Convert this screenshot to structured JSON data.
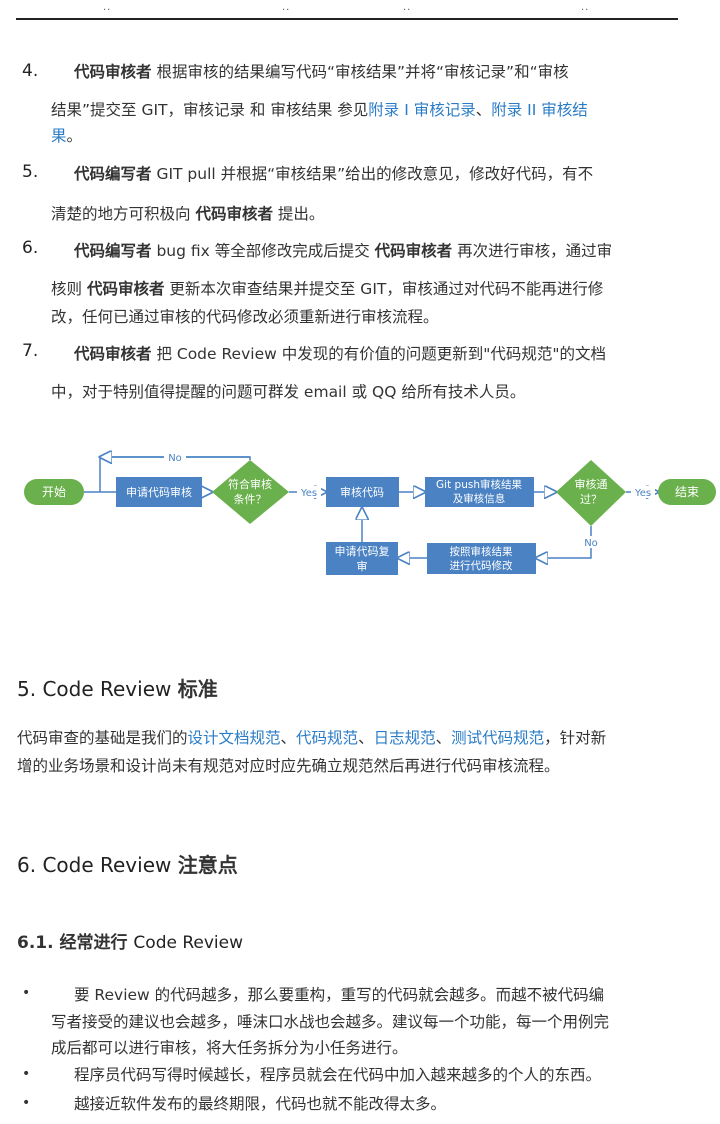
{
  "header": {
    "marks": [
      "..",
      "..",
      "..",
      ".."
    ]
  },
  "steps": [
    {
      "number": "4.",
      "line1": {
        "role": "代码审核者",
        "text": " 根据审核的结果编写代码“审核结果”并将“审核记录”和“审核"
      },
      "line2": {
        "prefix": "结果”提交至 GIT，审核记录 和 审核结果 参见",
        "link1": "附录 I 审核记录",
        "sep": "、",
        "link2": "附录 II 审核结"
      },
      "line3": {
        "link": "果",
        "suffix": "。"
      }
    },
    {
      "number": "5.",
      "line1": {
        "role": "代码编写者",
        "text": " GIT pull 并根据“审核结果”给出的修改意见，修改好代码，有不"
      },
      "line2": {
        "prefix": "清楚的地方可积极向 ",
        "role": "代码审核者",
        "suffix": " 提出。"
      }
    },
    {
      "number": "6.",
      "line1": {
        "role": "代码编写者",
        "text1": " bug fix 等全部修改完成后提交 ",
        "role2": "代码审核者",
        "text2": " 再次进行审核，通过审"
      },
      "line2": {
        "prefix": "核则 ",
        "role": "代码审核者",
        "suffix": " 更新本次审查结果并提交至 GIT，审核通过对代码不能再进行修"
      },
      "line3": {
        "text": "改，任何已通过审核的代码修改必须重新进行审核流程。"
      }
    },
    {
      "number": "7.",
      "line1": {
        "role": "代码审核者",
        "text": " 把 Code Review 中发现的有价值的问题更新到\"代码规范\"的文档"
      },
      "line2": {
        "text": "中，对于特别值得提醒的问题可群发 email 或 QQ 给所有技术人员。"
      }
    }
  ],
  "flowchart": {
    "start": "开始",
    "apply": "申请代码审核",
    "condition": [
      "符合审核",
      "条件？"
    ],
    "review": "审核代码",
    "push": [
      "Git push审核结果",
      "及审核信息"
    ],
    "pass_q": [
      "审核通",
      "过？"
    ],
    "end": "结束",
    "re_apply": [
      "申请代码复",
      "审"
    ],
    "modify": [
      "按照审核结果",
      "进行代码修改"
    ],
    "labels": {
      "no_top": "No",
      "yes1": "Yes",
      "yes2": "Yes",
      "no_bottom": "No"
    },
    "colors": {
      "green": "#6ab04c",
      "blue": "#4a82c3",
      "arrow": "#4a82c3"
    }
  },
  "section5": {
    "title_main": "5. Code Review ",
    "title_cn": "标准",
    "line1": {
      "prefix": "代码审查的基础是我们的",
      "link1": "设计文档规范",
      "sep1": "、",
      "link2": "代码规范",
      "sep2": "、",
      "link3": "日志规范",
      "sep3": "、",
      "link4": "测试代码规范",
      "suffix": "，针对新"
    },
    "line2": "增的业务场景和设计尚未有规范对应时应先确立规范然后再进行代码审核流程。"
  },
  "section6": {
    "title_main": "6. Code Review ",
    "title_cn": "注意点",
    "sub_title_prefix": "6.1.  经常进行 ",
    "sub_title_suffix": "Code Review",
    "bullets": [
      {
        "mark": "•",
        "lines": [
          "要 Review 的代码越多，那么要重构，重写的代码就会越多。而越不被代码编",
          "写者接受的建议也会越多，唾沫口水战也会越多。建议每一个功能，每一个用例完",
          "成后都可以进行审核，将大任务拆分为小任务进行。"
        ]
      },
      {
        "mark": "•",
        "lines": [
          "程序员代码写得时候越长，程序员就会在代码中加入越来越多的个人的东西。"
        ]
      },
      {
        "mark": "•",
        "lines": [
          "越接近软件发布的最终期限，代码也就不能改得太多。"
        ]
      }
    ]
  },
  "colors": {
    "link": "#2a7cc7",
    "text": "#333333"
  }
}
